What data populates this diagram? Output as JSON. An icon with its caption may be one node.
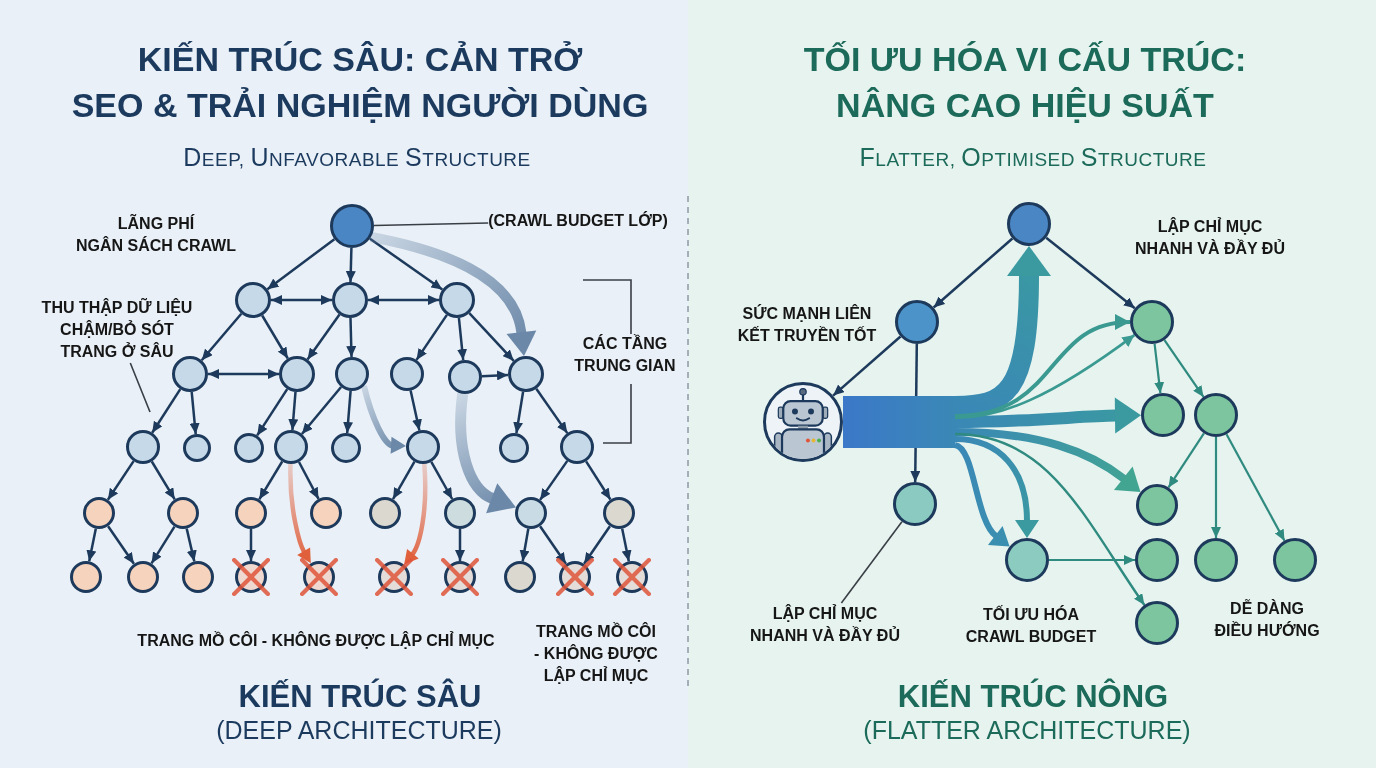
{
  "diagram": {
    "nodes": [
      {
        "text": [
          "KIẾN TRÚC SÂU: CẢN TRỞ SEO & TRẢI NGHIỆM NGƯỜI DÙNG",
          "DEEP, UNFAVORABLE STRUCTURE",
          "KIẾN TRÚC SÂU",
          "(DEEP ARCHITECTURE)"
        ]
      },
      {
        "text": [],
        "shape": "circle",
        "in": 0
      },
      {
        "text": [],
        "shape": "circle",
        "in": 0
      },
      {
        "text": [],
        "shape": "circle",
        "in": 0
      },
      {
        "text": [],
        "shape": "circle",
        "in": 0
      },
      {
        "text": [],
        "shape": "circle",
        "in": 0
      },
      {
        "text": [],
        "shape": "circle",
        "in": 0
      },
      {
        "text": [],
        "shape": "circle",
        "in": 0
      },
      {
        "text": [],
        "shape": "circle",
        "in": 0
      },
      {
        "text": [],
        "shape": "circle",
        "in": 0
      },
      {
        "text": [],
        "shape": "circle",
        "in": 0
      },
      {
        "text": [],
        "shape": "circle",
        "in": 0
      },
      {
        "text": [],
        "shape": "circle",
        "in": 0
      },
      {
        "text": [],
        "shape": "circle",
        "in": 0
      },
      {
        "text": [],
        "shape": "circle",
        "in": 0
      },
      {
        "text": [],
        "shape": "circle",
        "in": 0
      },
      {
        "text": [],
        "shape": "circle",
        "in": 0
      },
      {
        "text": [],
        "shape": "circle",
        "in": 0
      },
      {
        "text": [],
        "shape": "circle",
        "in": 0
      },
      {
        "text": [],
        "shape": "circle",
        "in": 0
      },
      {
        "text": [],
        "shape": "circle",
        "in": 0
      },
      {
        "text": [],
        "shape": "circle",
        "in": 0
      },
      {
        "text": [],
        "shape": "circle",
        "in": 0
      },
      {
        "text": [],
        "shape": "circle",
        "in": 0
      },
      {
        "text": [],
        "shape": "circle",
        "in": 0
      },
      {
        "text": [],
        "shape": "circle",
        "in": 0
      },
      {
        "text": [],
        "shape": "circle",
        "in": 0
      },
      {
        "text": [],
        "shape": "circle",
        "in": 0
      },
      {
        "text": [],
        "shape": "circle",
        "in": 0
      },
      {
        "text": [],
        "shape": "circle",
        "in": 0
      },
      {
        "text": [],
        "shape": "circle",
        "in": 0
      },
      {
        "text": [],
        "shape": "circle",
        "in": 0
      },
      {
        "text": [],
        "shape": "circle",
        "in": 0
      },
      {
        "text": [],
        "shape": "circle",
        "in": 0
      },
      {
        "text": [],
        "shape": "circle",
        "in": 0
      },
      {
        "text": [],
        "shape": "circle",
        "in": 0
      },
      {
        "text": [],
        "shape": "circle",
        "in": 0
      },
      {
        "text": [
          "(CRAWL BUDGET LỚP)"
        ],
        "in": 0
      },
      {
        "text": [
          "THU THẬP DỮ LIỆU CHẬM/BỎ SÓT TRANG Ở SÂU"
        ],
        "in": 0
      },
      {
        "text": [
          "TỐI ƯU HÓA VI CẤU TRÚC: NÂNG CAO HIỆU SUẤT",
          "FLATTER, OPTIMISED STRUCTURE",
          "KIẾN TRÚC NÔNG",
          "(FLATTER ARCHITECTURE)"
        ]
      },
      {
        "text": [],
        "shape": "circle",
        "in": 39
      },
      {
        "text": [],
        "shape": "circle",
        "in": 39
      },
      {
        "text": [],
        "shape": "circle",
        "in": 39
      },
      {
        "text": [],
        "shape": "picture",
        "in": 39
      },
      {
        "text": [],
        "shape": "circle",
        "in": 39
      },
      {
        "text": [],
        "shape": "circle",
        "in": 39
      },
      {
        "text": [],
        "shape": "circle",
        "in": 39
      },
      {
        "text": [],
        "shape": "circle",
        "in": 39
      },
      {
        "text": [],
        "shape": "circle",
        "in": 39
      },
      {
        "text": [],
        "shape": "circle",
        "in": 39
      },
      {
        "text": [],
        "shape": "circle",
        "in": 39
      },
      {
        "text": [],
        "shape": "circle",
        "in": 39
      },
      {
        "text": [],
        "shape": "circle",
        "in": 39
      },
      {
        "text": [
          "LẬP CHỈ MỤC NHANH VÀ ĐẦY ĐỦ"
        ],
        "in": 39
      }
    ],
    "edges": [
      {
        "from": 1,
        "to": 2,
        "arrow": "to"
      },
      {
        "from": 1,
        "to": 3,
        "arrow": "to"
      },
      {
        "from": 1,
        "to": 4,
        "arrow": "to"
      },
      {
        "from": 2,
        "to": 3,
        "arrow": "both"
      },
      {
        "from": 3,
        "to": 4,
        "arrow": "both"
      },
      {
        "from": 2,
        "to": 5,
        "arrow": "to"
      },
      {
        "from": 2,
        "to": 6,
        "arrow": "to"
      },
      {
        "from": 3,
        "to": 6,
        "arrow": "to"
      },
      {
        "from": 3,
        "to": 7,
        "arrow": "to"
      },
      {
        "from": 4,
        "to": 8,
        "arrow": "to"
      },
      {
        "from": 4,
        "to": 9,
        "arrow": "to"
      },
      {
        "from": 4,
        "to": 10,
        "arrow": "to"
      },
      {
        "from": 5,
        "to": 6,
        "arrow": "both"
      },
      {
        "from": 9,
        "to": 10,
        "arrow": "to"
      },
      {
        "from": 5,
        "to": 11,
        "arrow": "to"
      },
      {
        "from": 5,
        "to": 12,
        "arrow": "to"
      },
      {
        "from": 6,
        "to": 13,
        "arrow": "to"
      },
      {
        "from": 6,
        "to": 14,
        "arrow": "to"
      },
      {
        "from": 7,
        "to": 14,
        "arrow": "to"
      },
      {
        "from": 7,
        "to": 15,
        "arrow": "to"
      },
      {
        "from": 8,
        "to": 16,
        "arrow": "to"
      },
      {
        "from": 10,
        "to": 17,
        "arrow": "to"
      },
      {
        "from": 10,
        "to": 18,
        "arrow": "to"
      },
      {
        "from": 11,
        "to": 19,
        "arrow": "to"
      },
      {
        "from": 11,
        "to": 20,
        "arrow": "to"
      },
      {
        "from": 14,
        "to": 21,
        "arrow": "to"
      },
      {
        "from": 14,
        "to": 22,
        "arrow": "to"
      },
      {
        "from": 16,
        "to": 23,
        "arrow": "to"
      },
      {
        "from": 16,
        "to": 24,
        "arrow": "to"
      },
      {
        "from": 18,
        "to": 25,
        "arrow": "to"
      },
      {
        "from": 18,
        "to": 26,
        "arrow": "to"
      },
      {
        "from": 19,
        "to": 27,
        "arrow": "to"
      },
      {
        "from": 19,
        "to": 28,
        "arrow": "to"
      },
      {
        "from": 20,
        "to": 28,
        "arrow": "to"
      },
      {
        "from": 20,
        "to": 29,
        "arrow": "to"
      },
      {
        "from": 21,
        "to": 30,
        "arrow": "to"
      },
      {
        "from": 24,
        "to": 33,
        "arrow": "to"
      },
      {
        "from": 25,
        "to": 34,
        "arrow": "to"
      },
      {
        "from": 25,
        "to": 35,
        "arrow": "to"
      },
      {
        "from": 26,
        "to": 35,
        "arrow": "to"
      },
      {
        "from": 26,
        "to": 36,
        "arrow": "to"
      },
      {
        "from": 1,
        "to": 10,
        "arrow": "to",
        "style": "thick",
        "color": "#6b88a8"
      },
      {
        "from": 7,
        "to": 16,
        "arrow": "to",
        "style": "thick",
        "color": "#6b88a8"
      },
      {
        "from": 9,
        "to": 25,
        "arrow": "to",
        "style": "thick",
        "color": "#6b88a8"
      },
      {
        "from": 14,
        "to": 31,
        "arrow": "to",
        "style": "thick",
        "color": "#e0603c"
      },
      {
        "from": 16,
        "to": 32,
        "arrow": "to",
        "style": "thick",
        "color": "#e0603c"
      },
      {
        "from": 37,
        "to": 1,
        "arrow": "none",
        "color": "#3a3f46"
      },
      {
        "from": 38,
        "to": null,
        "arrow": "none",
        "color": "#3a3f46"
      },
      {
        "from": 40,
        "to": 41,
        "arrow": "to"
      },
      {
        "from": 40,
        "to": 42,
        "arrow": "to"
      },
      {
        "from": 41,
        "to": 43,
        "arrow": "to"
      },
      {
        "from": 41,
        "to": 44,
        "arrow": "to"
      },
      {
        "from": 43,
        "to": 40,
        "arrow": "to",
        "style": "thick",
        "color": "#3a9aa0"
      },
      {
        "from": 43,
        "to": 42,
        "arrow": "to",
        "color": "#3a9a92"
      },
      {
        "from": 43,
        "to": 42,
        "arrow": "to",
        "color": "#3a9a92"
      },
      {
        "from": 43,
        "to": 45,
        "arrow": "to",
        "style": "thick",
        "color": "#3a9aa0"
      },
      {
        "from": 43,
        "to": 47,
        "arrow": "to",
        "style": "thick",
        "color": "#42a592"
      },
      {
        "from": 43,
        "to": 48,
        "arrow": "to",
        "style": "thick",
        "color": "#3a8fb0"
      },
      {
        "from": 43,
        "to": 48,
        "arrow": "to",
        "style": "thick",
        "color": "#3a9aa0"
      },
      {
        "from": 43,
        "to": 52,
        "arrow": "to",
        "color": "#2f8a80"
      },
      {
        "from": 42,
        "to": 45,
        "arrow": "to",
        "color": "#2f8a80"
      },
      {
        "from": 42,
        "to": 46,
        "arrow": "to",
        "color": "#2f8a80"
      },
      {
        "from": 46,
        "to": 47,
        "arrow": "to",
        "color": "#2f8a80"
      },
      {
        "from": 46,
        "to": 50,
        "arrow": "to",
        "color": "#2f8a80"
      },
      {
        "from": 46,
        "to": 51,
        "arrow": "to",
        "color": "#2f8a80"
      },
      {
        "from": 48,
        "to": 49,
        "arrow": "to",
        "color": "#2f8a80"
      },
      {
        "from": 53,
        "to": 44,
        "arrow": "none",
        "color": "#3a3f46"
      }
    ],
    "labels": [
      "LÃNG PHÍ NGÂN SÁCH CRAWL",
      "CÁC TẦNG TRUNG GIAN",
      "TRANG MỒ CÔI - KHÔNG ĐƯỢC LẬP CHỈ MỤC",
      "TRANG MỒ CÔI - KHÔNG ĐƯỢC LẬP CHỈ MỤC",
      "LẬP CHỈ MỤC NHANH VÀ ĐẦY ĐỦ",
      "SỨC MẠNH LIÊN KẾT TRUYỀN TỐT",
      "TỐI ƯU HÓA CRAWL BUDGET",
      "DỄ DÀNG ĐIỀU HƯỚNG"
    ]
  }
}
